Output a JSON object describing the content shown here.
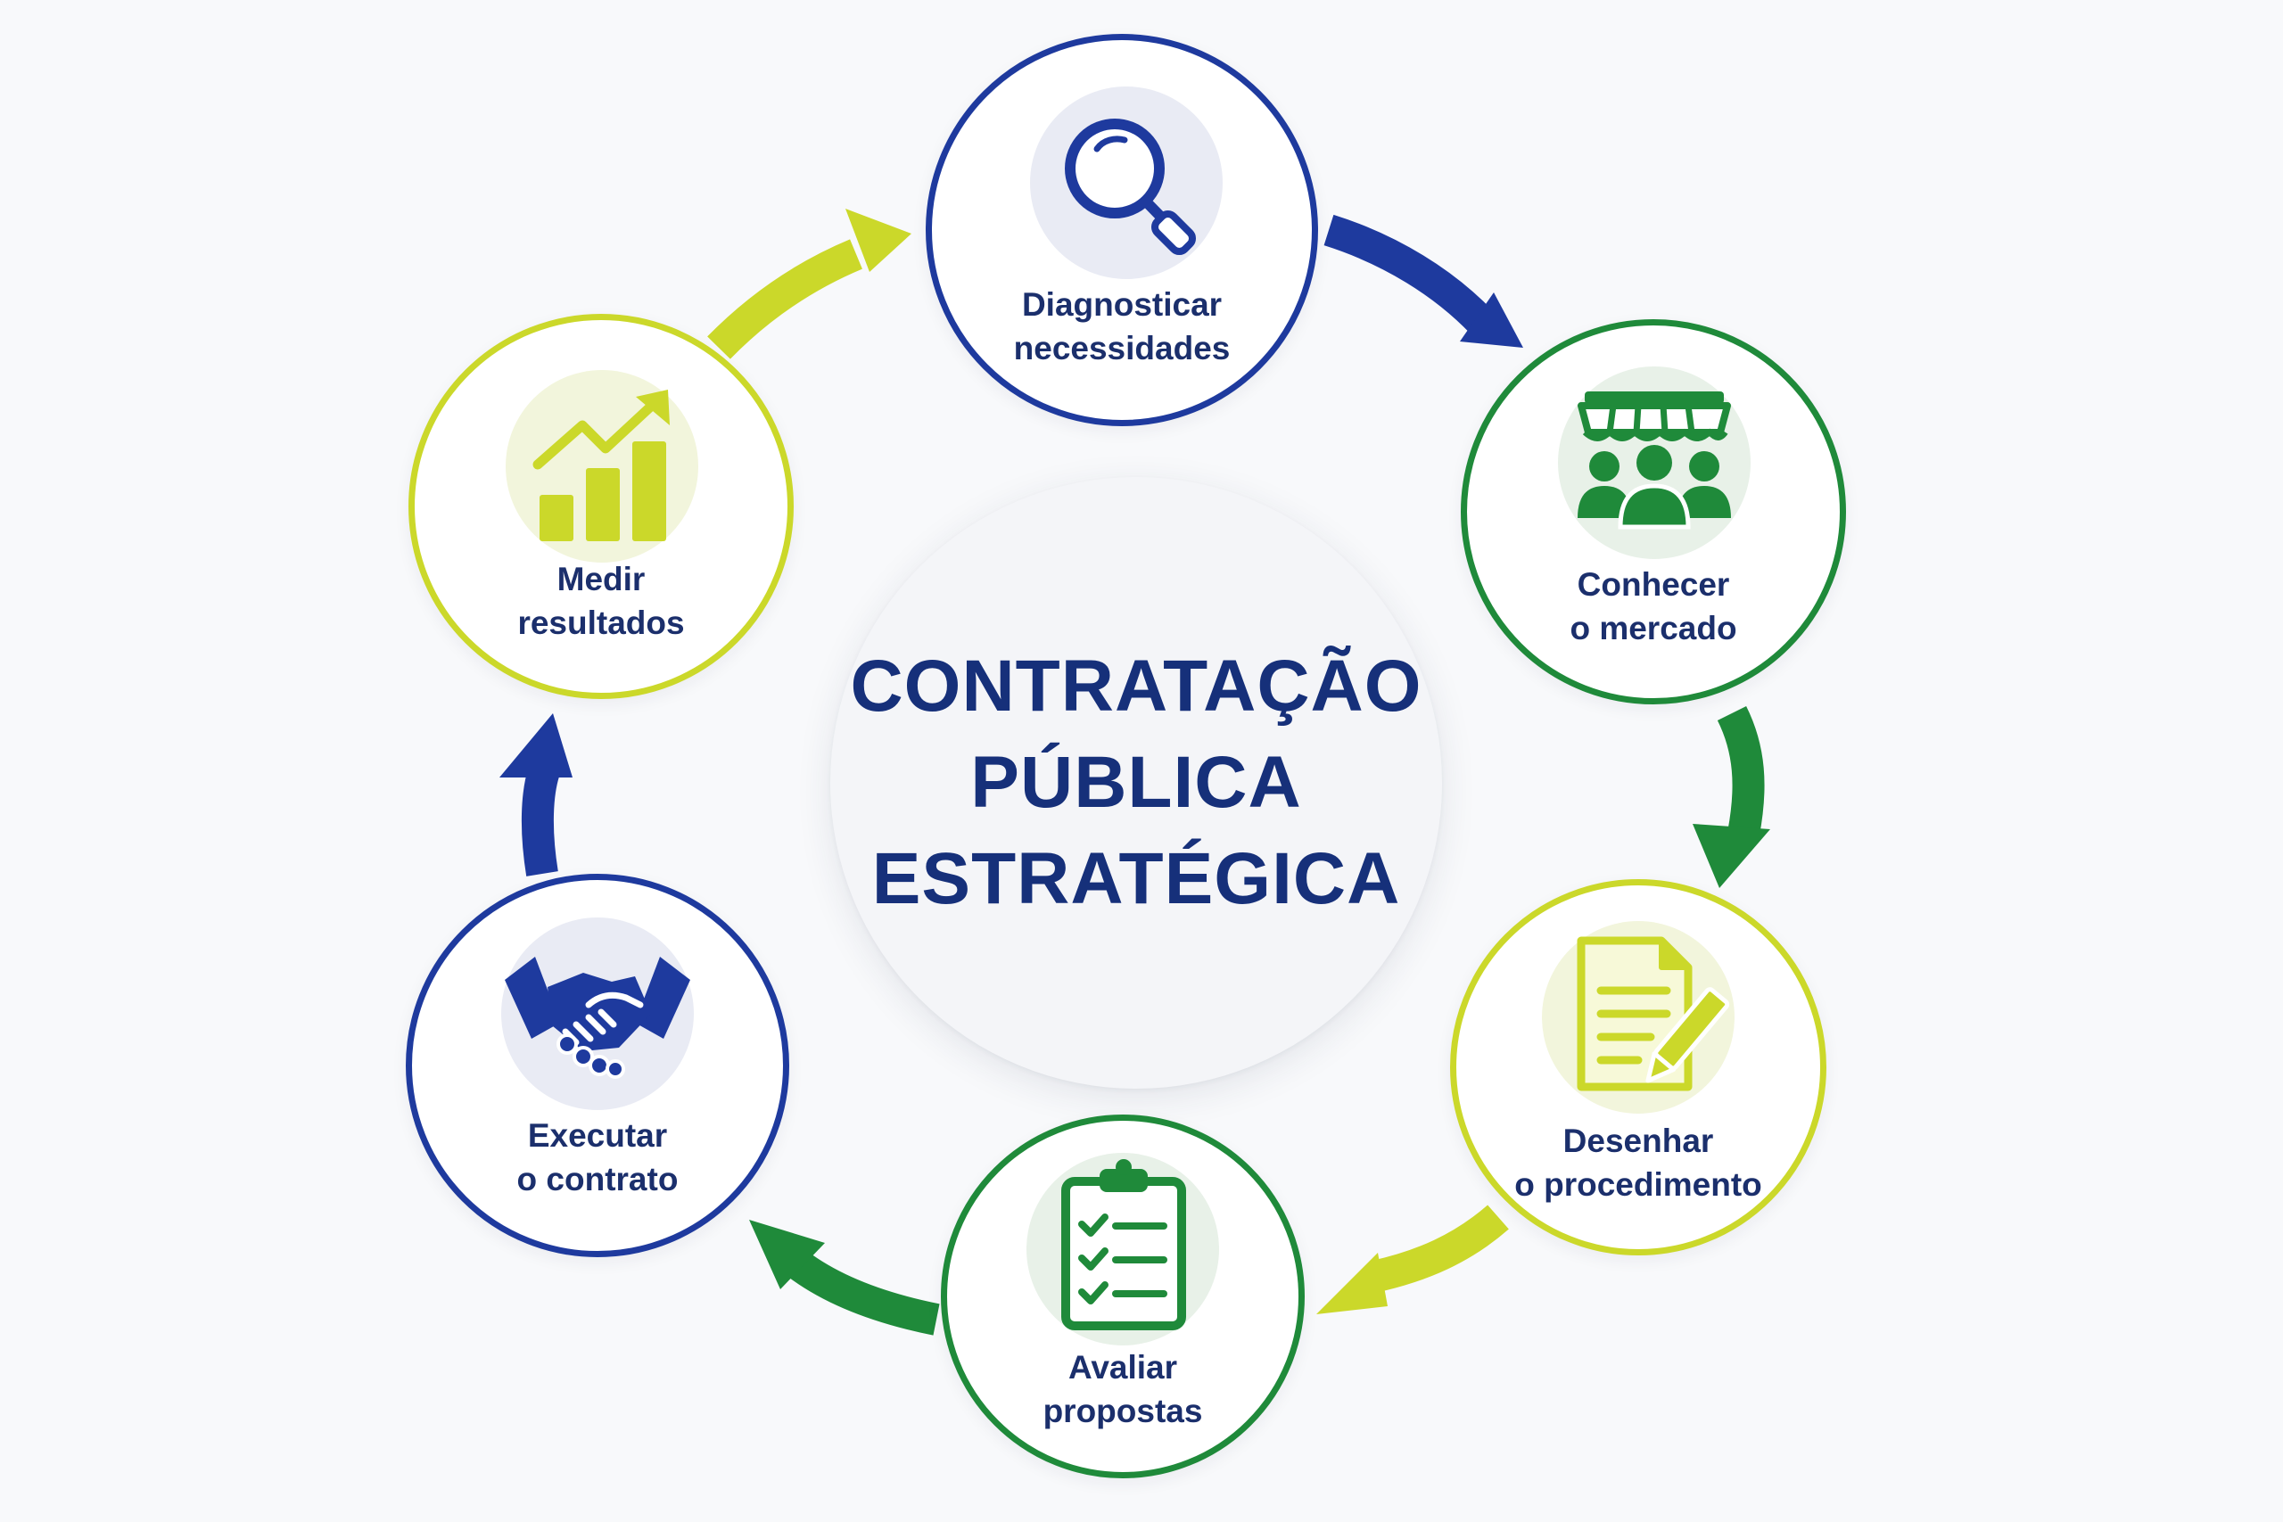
{
  "title": {
    "line1": "CONTRATAÇÃO",
    "line2": "PÚBLICA",
    "line3": "ESTRATÉGICA"
  },
  "colors": {
    "navy": "#1e3a9e",
    "green": "#1f8a3a",
    "lime": "#cbd82a",
    "text": "#1b2f6c"
  },
  "steps": [
    {
      "line1": "Diagnosticar",
      "line2": "necessidades",
      "icon": "magnifier-icon",
      "color": "navy"
    },
    {
      "line1": "Conhecer",
      "line2": "o mercado",
      "icon": "market-people-icon",
      "color": "green"
    },
    {
      "line1": "Desenhar",
      "line2": "o procedimento",
      "icon": "document-pencil-icon",
      "color": "lime"
    },
    {
      "line1": "Avaliar",
      "line2": "propostas",
      "icon": "checklist-clipboard-icon",
      "color": "green"
    },
    {
      "line1": "Executar",
      "line2": "o contrato",
      "icon": "handshake-icon",
      "color": "navy"
    },
    {
      "line1": "Medir",
      "line2": "resultados",
      "icon": "growth-chart-icon",
      "color": "lime"
    }
  ]
}
